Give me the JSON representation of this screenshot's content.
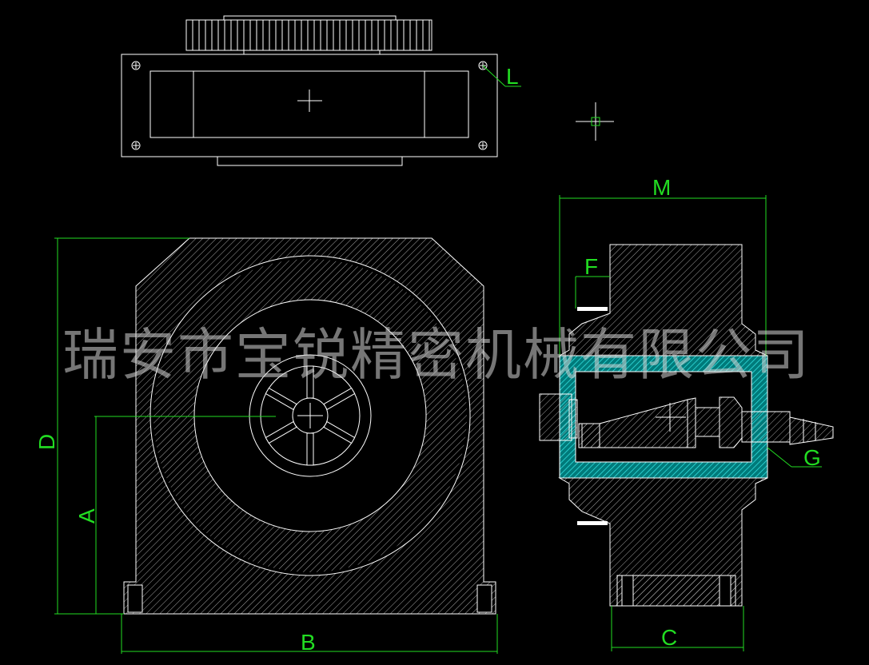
{
  "labels": {
    "L": "L",
    "M": "M",
    "F": "F",
    "D": "D",
    "A": "A",
    "G": "G",
    "B": "B",
    "C": "C"
  },
  "watermark": "瑞安市宝锐精密机械有限公司",
  "colors": {
    "background": "#000000",
    "line": "#ffffff",
    "dimension": "#22dd22",
    "cyan_section": "#00cccc"
  }
}
